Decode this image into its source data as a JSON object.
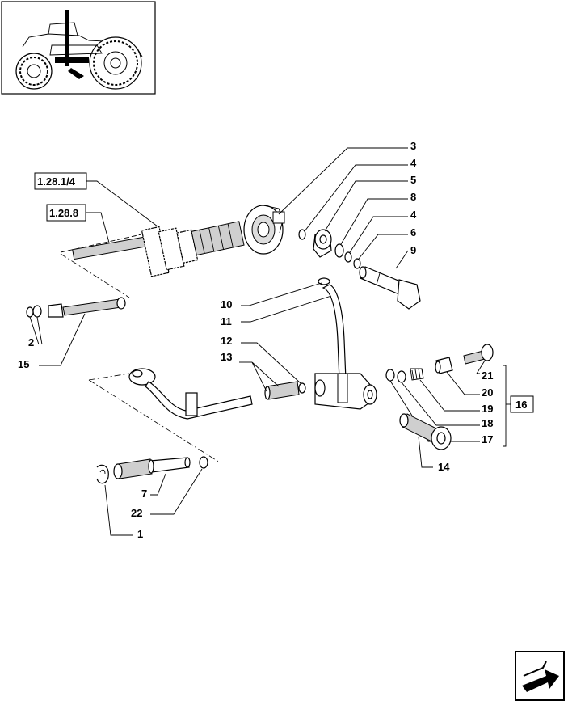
{
  "callouts": {
    "c3": "3",
    "c4a": "4",
    "c5": "5",
    "c8": "8",
    "c4b": "4",
    "c6": "6",
    "c9": "9",
    "c10": "10",
    "c11": "11",
    "c12": "12",
    "c13": "13",
    "c2": "2",
    "c15": "15",
    "c21": "21",
    "c20": "20",
    "c19": "19",
    "c18": "18",
    "c17": "17",
    "c16": "16",
    "c14": "14",
    "c7": "7",
    "c22": "22",
    "c1": "1"
  },
  "references": {
    "ref1": "1.28.1/4",
    "ref2": "1.28.8"
  },
  "icons": {
    "thumbnail": "tractor-thumbnail",
    "nav": "next-page-arrow-icon"
  }
}
